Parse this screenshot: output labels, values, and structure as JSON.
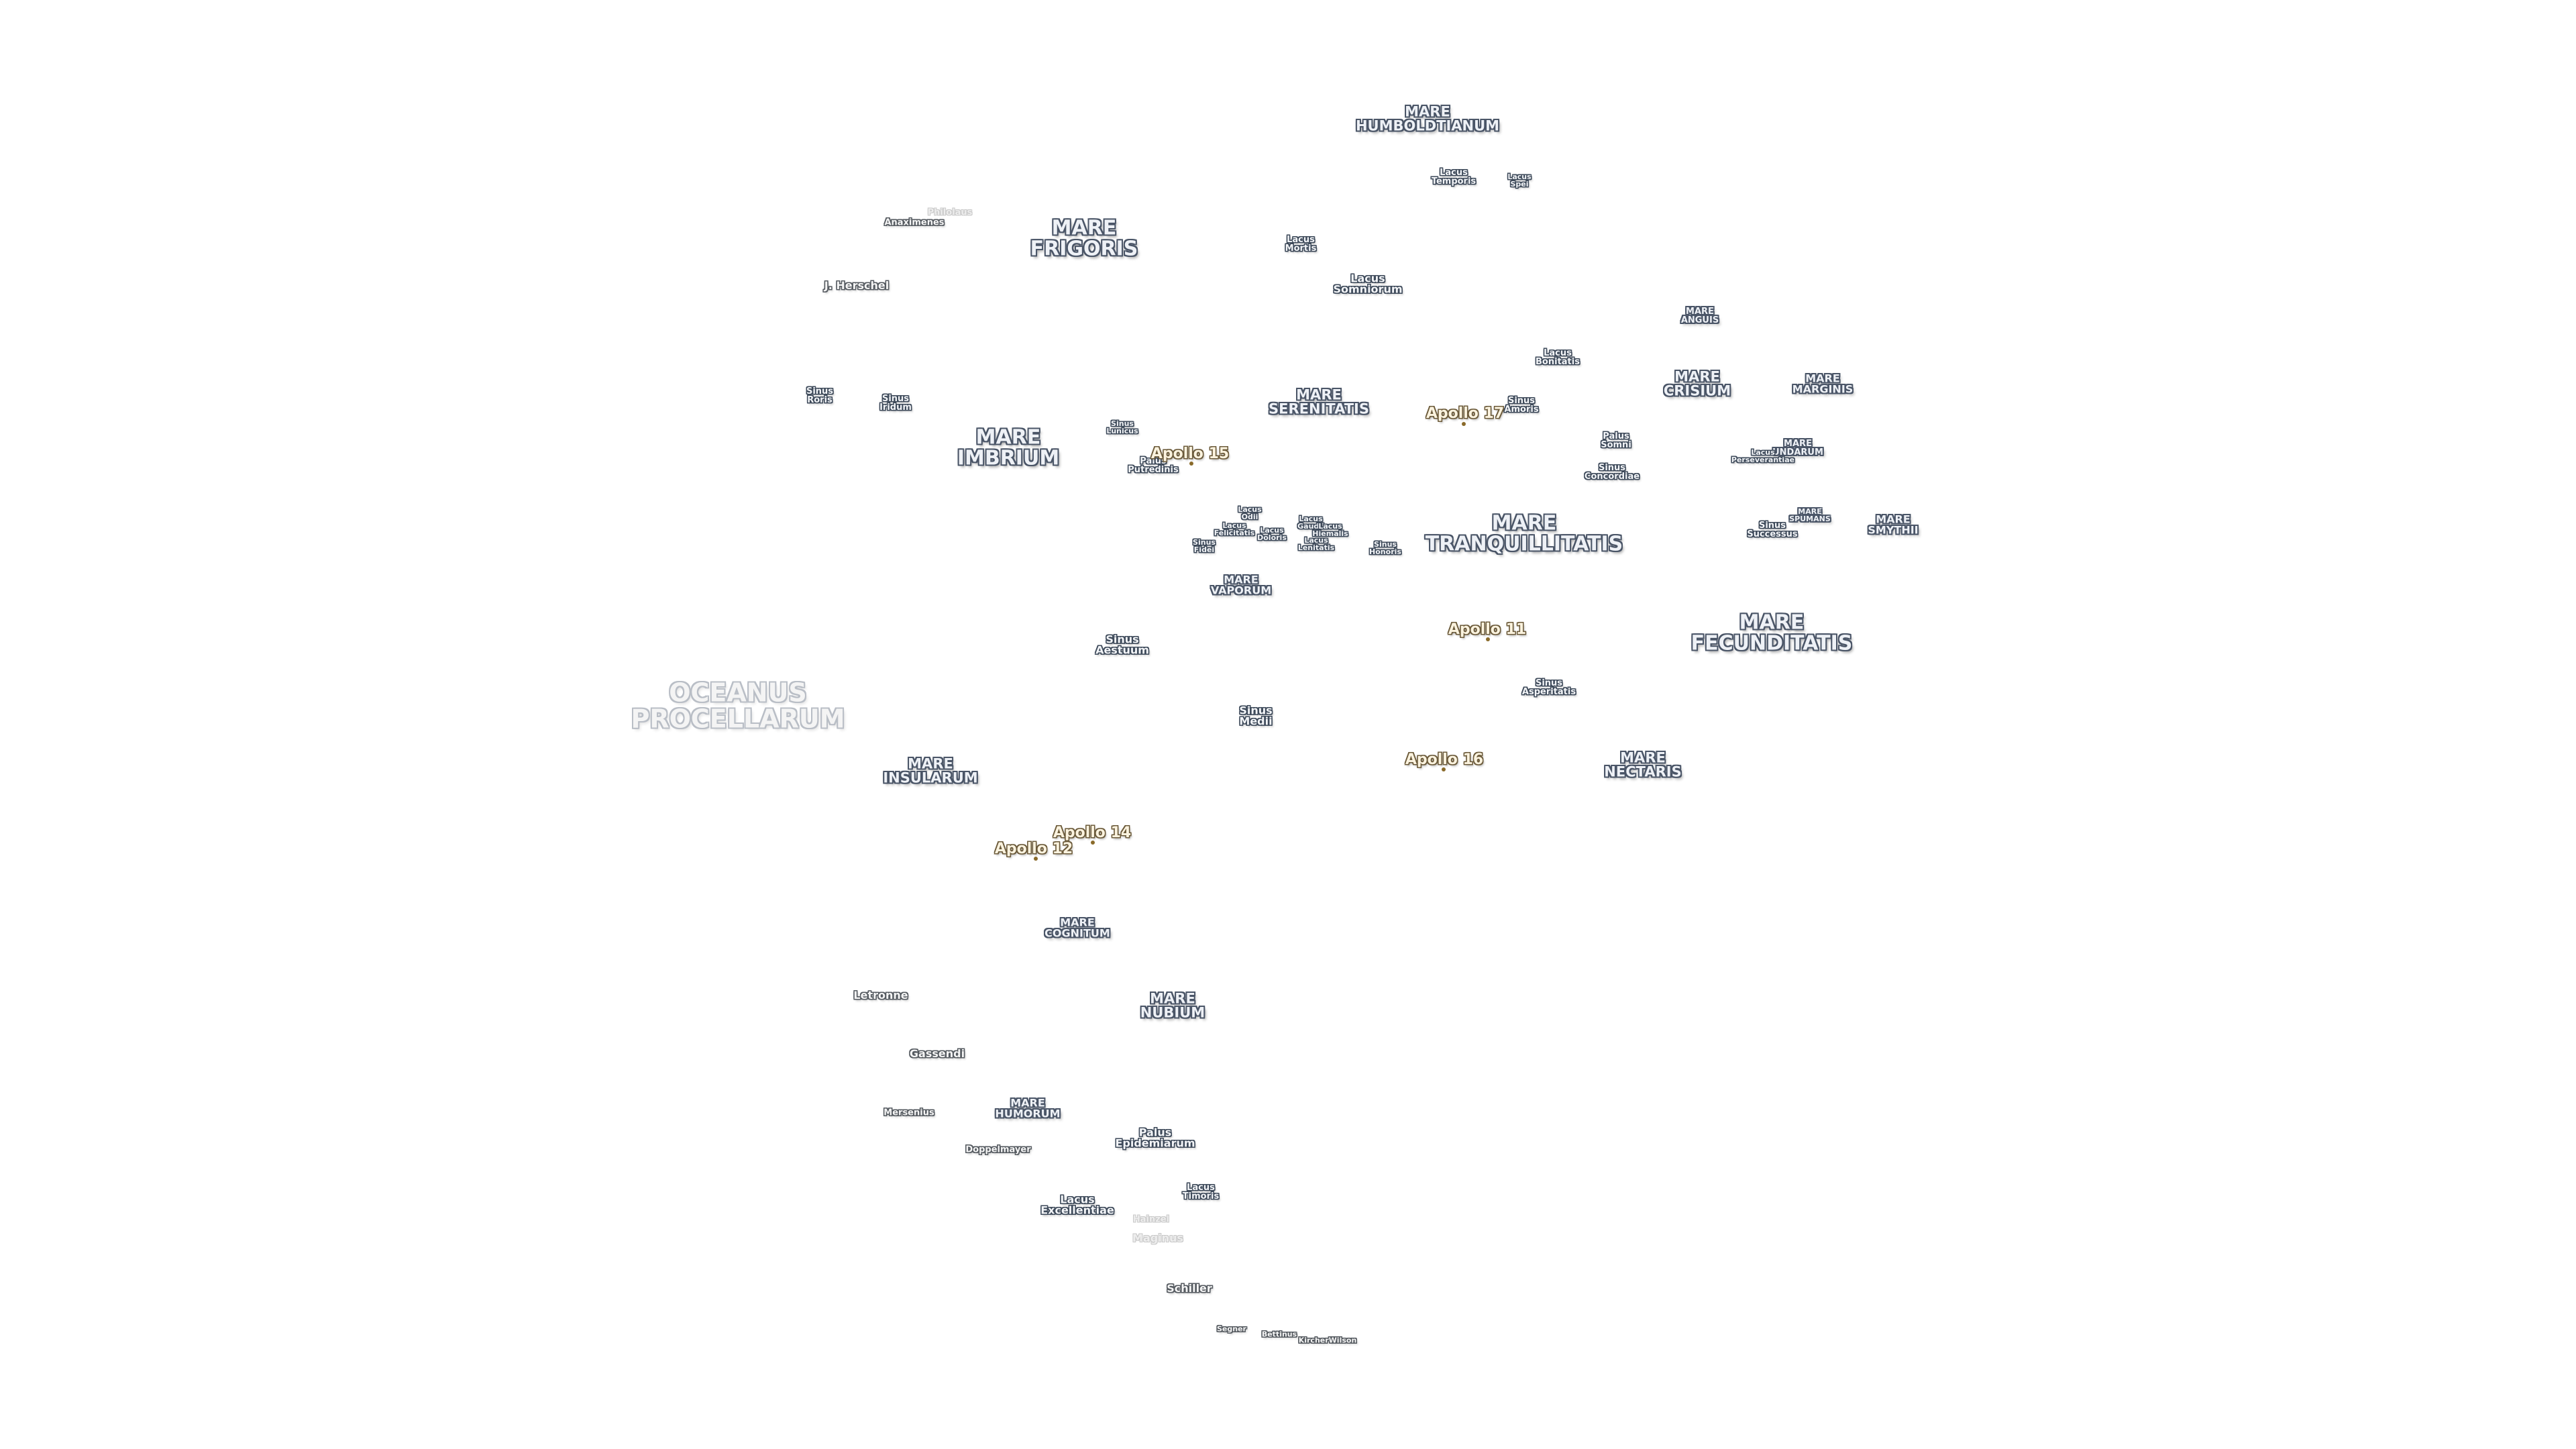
{
  "map": {
    "background": "#ffffff",
    "colors": {
      "mare_outline": "#4a5567",
      "apollo_outline": "#6b5a3a",
      "apollo_marker": "#8a6a2a",
      "ocean_outline": "#b9bec6"
    }
  },
  "oceanus": "OCEANUS\nPROCELLARUM",
  "maria": {
    "humboldtianum": "MARE\nHUMBOLDTIANUM",
    "frigoris": "MARE\nFRIGORIS",
    "serenitatis": "MARE\nSERENITATIS",
    "crisium": "MARE\nCRISIUM",
    "marginis": "MARE\nMARGINIS",
    "anguis": "MARE\nANGUIS",
    "imbrium": "MARE\nIMBRIUM",
    "undarum": "MARE\nUNDARUM",
    "spumans": "MARE\nSPUMANS",
    "smythii": "MARE\nSMYTHII",
    "tranquillitatis": "MARE\nTRANQUILLITATIS",
    "vaporum": "MARE\nVAPORUM",
    "fecunditatis": "MARE\nFECUNDITATIS",
    "insularum": "MARE\nINSULARUM",
    "nectaris": "MARE\nNECTARIS",
    "cognitum": "MARE\nCOGNITUM",
    "nubium": "MARE\nNUBIUM",
    "humorum": "MARE\nHUMORUM"
  },
  "features": {
    "lacus_temporis": "Lacus\nTemporis",
    "lacus_spei": "Lacus\nSpei",
    "lacus_mortis": "Lacus\nMortis",
    "lacus_somniorum": "Lacus\nSomniorum",
    "lacus_bonitatis": "Lacus\nBonitatis",
    "sinus_amoris": "Sinus\nAmoris",
    "sinus_roris": "Sinus\nRoris",
    "sinus_iridum": "Sinus\nIridum",
    "sinus_lunicus": "Sinus\nLunicus",
    "palus_putredinis": "Palus\nPutredinis",
    "palus_somni": "Palus\nSomni",
    "sinus_concordiae": "Sinus\nConcordiae",
    "lacus_perseverantiae": "Lacus\nPerseverantiae",
    "sinus_successus": "Sinus\nSuccessus",
    "lacus_odii": "Lacus\nOdii",
    "lacus_felicitatis": "Lacus\nFelicitatis",
    "lacus_doloris": "Lacus\nDoloris",
    "lacus_gaudii": "Lacus\nGaudii",
    "lacus_hiemalis": "Lacus\nHiemalis",
    "lacus_lenitatis": "Lacus\nLenitatis",
    "sinus_fidei": "Sinus\nFidei",
    "sinus_honoris": "Sinus\nHonoris",
    "sinus_aestuum": "Sinus\nAestuum",
    "sinus_asperitatis": "Sinus\nAsperitatis",
    "sinus_medii": "Sinus\nMedii",
    "palus_epidemiarum": "Palus\nEpidemiarum",
    "lacus_timoris": "Lacus\nTimoris",
    "lacus_excellentiae": "Lacus\nExcellentiae"
  },
  "craters": {
    "anaximenes": "Anaximenes",
    "philolaus": "Philolaus",
    "j_herschel": "J. Herschel",
    "letronne": "Letronne",
    "gassendi": "Gassendi",
    "mersenius": "Mersenius",
    "doppelmayer": "Doppelmayer",
    "hainzel": "Hainzel",
    "maginus": "Maginus",
    "schiller": "Schiller",
    "segner": "Segner",
    "bettinus": "Bettinus",
    "kircher_wilson": "KircherWilson"
  },
  "apollo": {
    "a11": "Apollo 11",
    "a12": "Apollo 12",
    "a14": "Apollo 14",
    "a15": "Apollo 15",
    "a16": "Apollo 16",
    "a17": "Apollo 17"
  }
}
